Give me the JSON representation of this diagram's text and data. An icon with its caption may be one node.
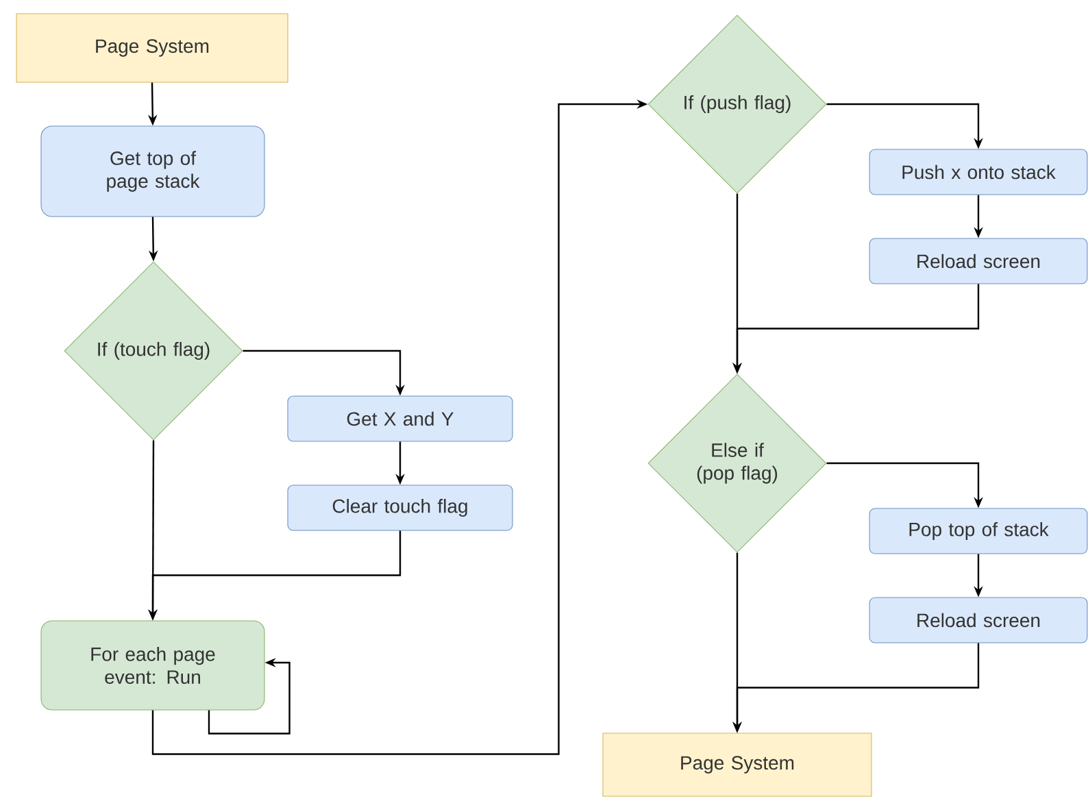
{
  "diagram": {
    "nodes": [
      {
        "text": [
          "Page System"
        ]
      },
      {
        "text": [
          "Get top of page stack"
        ]
      },
      {
        "text": [
          "If (touch flag)"
        ]
      },
      {
        "text": [
          "Get  X and Y"
        ]
      },
      {
        "text": [
          "Clear touch flag"
        ]
      },
      {
        "text": [
          "For each page event: Run"
        ]
      },
      {
        "text": [
          "If (push flag)"
        ]
      },
      {
        "text": [
          "Push x onto stack"
        ]
      },
      {
        "text": [
          "Reload screen"
        ]
      },
      {
        "text": [
          "Else if (pop flag)"
        ]
      },
      {
        "text": [
          "Pop top of stack"
        ]
      },
      {
        "text": [
          "Reload screen"
        ]
      },
      {
        "text": [
          "Page System"
        ]
      }
    ],
    "edges": [
      {
        "from": 0,
        "to": 1,
        "arrow": "to"
      },
      {
        "from": 1,
        "to": 2,
        "arrow": "to"
      },
      {
        "from": 2,
        "to": 3,
        "arrow": "to"
      },
      {
        "from": 3,
        "to": 4,
        "arrow": "to"
      },
      {
        "from": 4,
        "to": 5,
        "arrow": "to"
      },
      {
        "from": 2,
        "to": 5,
        "arrow": "to"
      },
      {
        "from": 5,
        "to": 5,
        "arrow": "to"
      },
      {
        "from": 5,
        "to": 6,
        "arrow": "to"
      },
      {
        "from": 6,
        "to": 7,
        "arrow": "to"
      },
      {
        "from": 7,
        "to": 8,
        "arrow": "to"
      },
      {
        "from": 8,
        "to": 9,
        "arrow": "to"
      },
      {
        "from": 6,
        "to": 9,
        "arrow": "to"
      },
      {
        "from": 9,
        "to": 10,
        "arrow": "to"
      },
      {
        "from": 10,
        "to": 11,
        "arrow": "to"
      },
      {
        "from": 11,
        "to": 12,
        "arrow": "to"
      },
      {
        "from": 9,
        "to": 12,
        "arrow": "to"
      }
    ]
  }
}
